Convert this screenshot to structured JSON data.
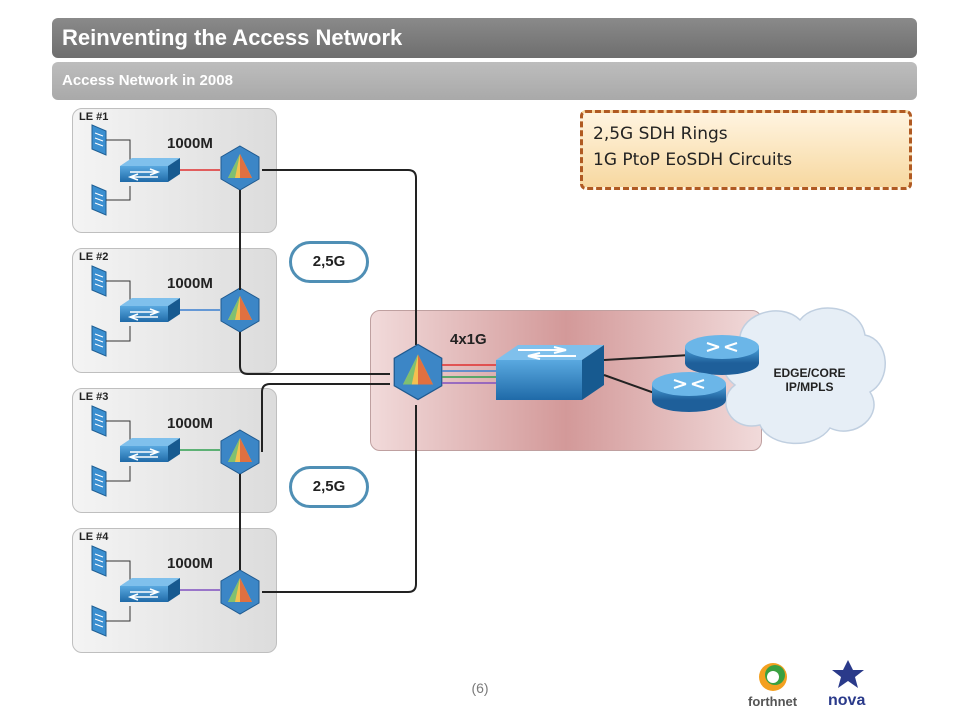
{
  "header": {
    "title": "Reinventing the Access Network",
    "subtitle": "Access Network in 2008"
  },
  "note": {
    "line1": "2,5G SDH Rings",
    "line2": "1G PtoP EoSDH Circuits"
  },
  "local_exchanges": [
    {
      "label": "LE #1",
      "link_speed": "1000M",
      "link_color": "#e03030"
    },
    {
      "label": "LE #2",
      "link_speed": "1000M",
      "link_color": "#3a7fd0"
    },
    {
      "label": "LE #3",
      "link_speed": "1000M",
      "link_color": "#30a050"
    },
    {
      "label": "LE #4",
      "link_speed": "1000M",
      "link_color": "#8050c0"
    }
  ],
  "rings": [
    {
      "label": "2,5G"
    },
    {
      "label": "2,5G"
    }
  ],
  "aggregation": {
    "uplink_label": "4x1G"
  },
  "core": {
    "cloud_label_line1": "EDGE/CORE",
    "cloud_label_line2": "IP/MPLS"
  },
  "footer": {
    "page_number": "(6)",
    "logo1": "forthnet",
    "logo2": "nova"
  },
  "colors": {
    "ring_border": "#4f8fb5",
    "note_border": "#b05a22",
    "device_blue": "#2a7fc0"
  }
}
